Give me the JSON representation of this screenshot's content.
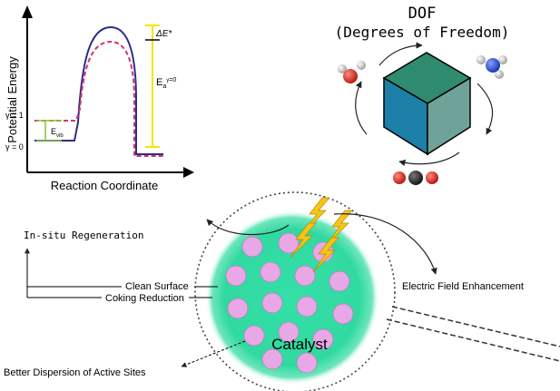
{
  "energy_plot": {
    "ylabel": "Potential Energy",
    "xlabel": "Reaction Coordinate",
    "v1": "γ = 1",
    "v0": "γ = 0",
    "evib_main": "E",
    "evib_sub": "vib",
    "delta_e": "ΔE*",
    "ea_main": "E",
    "ea_sub": "a",
    "ea_sup": "γ",
    "ea_tail": "=0",
    "colors": {
      "curve": "#2b2d8c",
      "dashed": "#d8336b",
      "vib": "#8cc63f",
      "barrier": "#f2e600"
    }
  },
  "dof": {
    "title": "DOF",
    "subtitle": "(Degrees of Freedom)",
    "colors": {
      "top": "#2e8b6e",
      "front": "#1b7fa8",
      "side": "#6fa399"
    }
  },
  "labels": {
    "regeneration": "In-situ Regeneration",
    "clean_surface": "Clean Surface",
    "coking_reduction": "Coking Reduction",
    "field_enhancement": "Electric Field Enhancement",
    "dispersion": "Better Dispersion of Active Sites",
    "catalyst": "Catalyst"
  },
  "catalyst_colors": {
    "body": "#34e0a8",
    "site": "#e8a8e6",
    "bolt": "#f5c518"
  }
}
